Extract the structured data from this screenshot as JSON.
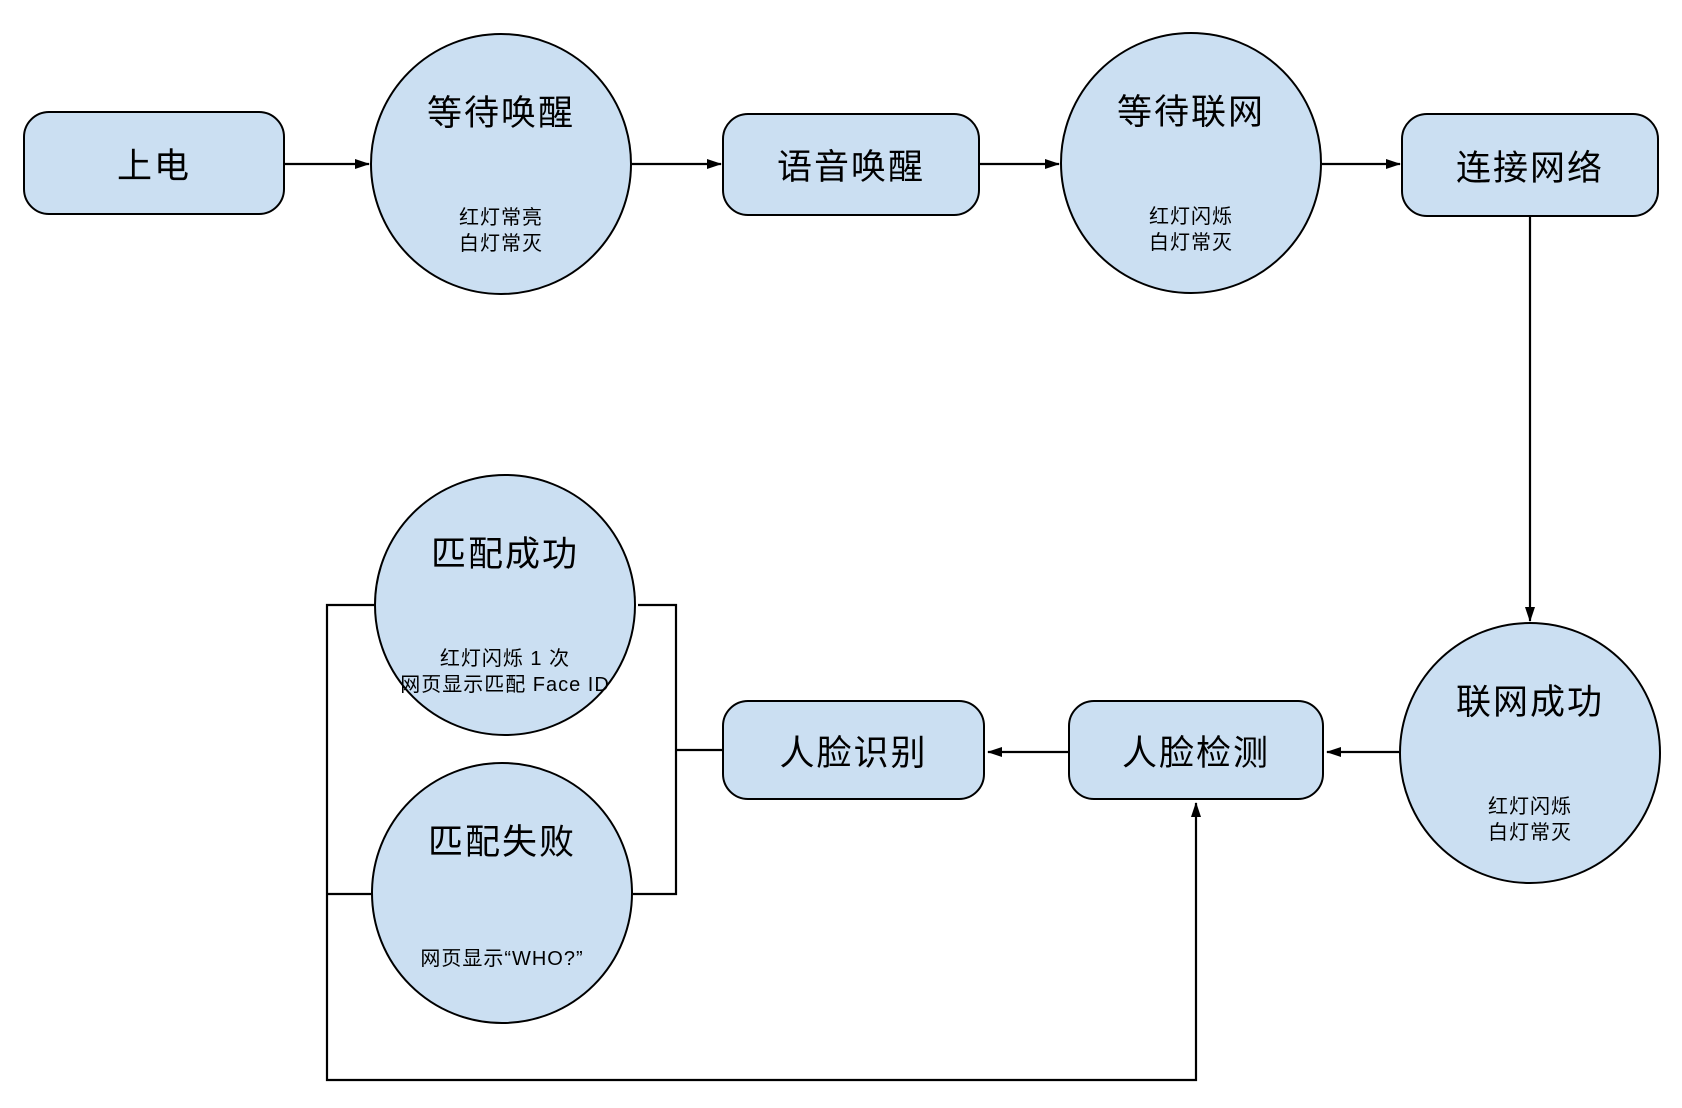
{
  "colors": {
    "background": "#ffffff",
    "node_fill": "#cbdff2",
    "node_border": "#000000",
    "connector": "#000000",
    "text": "#000000"
  },
  "nodes": {
    "power_on": {
      "shape": "rounded-rect",
      "label": "上电"
    },
    "wait_wake": {
      "shape": "circle",
      "label": "等待唤醒",
      "sub1": "红灯常亮",
      "sub2": "白灯常灭"
    },
    "voice_wake": {
      "shape": "rounded-rect",
      "label": "语音唤醒"
    },
    "wait_network": {
      "shape": "circle",
      "label": "等待联网",
      "sub1": "红灯闪烁",
      "sub2": "白灯常灭"
    },
    "connect_network": {
      "shape": "rounded-rect",
      "label": "连接网络"
    },
    "network_ok": {
      "shape": "circle",
      "label": "联网成功",
      "sub1": "红灯闪烁",
      "sub2": "白灯常灭"
    },
    "face_recognize": {
      "shape": "rounded-rect",
      "label": "人脸识别"
    },
    "face_detect": {
      "shape": "rounded-rect",
      "label": "人脸检测"
    },
    "match_ok": {
      "shape": "circle",
      "label": "匹配成功",
      "sub1": "红灯闪烁 1 次",
      "sub2": "网页显示匹配 Face ID"
    },
    "match_fail": {
      "shape": "circle",
      "label": "匹配失败",
      "sub1": "网页显示“WHO?”"
    }
  },
  "edges": [
    {
      "from": "上电",
      "to": "等待唤醒",
      "arrow": true
    },
    {
      "from": "等待唤醒",
      "to": "语音唤醒",
      "arrow": true
    },
    {
      "from": "语音唤醒",
      "to": "等待联网",
      "arrow": true
    },
    {
      "from": "等待联网",
      "to": "连接网络",
      "arrow": true
    },
    {
      "from": "连接网络",
      "to": "联网成功",
      "arrow": true
    },
    {
      "from": "联网成功",
      "to": "人脸检测",
      "arrow": true
    },
    {
      "from": "人脸检测",
      "to": "人脸识别",
      "arrow": true
    },
    {
      "from": "人脸识别",
      "to": "匹配成功",
      "arrow": false
    },
    {
      "from": "人脸识别",
      "to": "匹配失败",
      "arrow": false
    },
    {
      "from": "匹配成功",
      "to": "人脸检测",
      "arrow": true
    },
    {
      "from": "匹配失败",
      "to": "人脸检测",
      "arrow": true
    }
  ]
}
